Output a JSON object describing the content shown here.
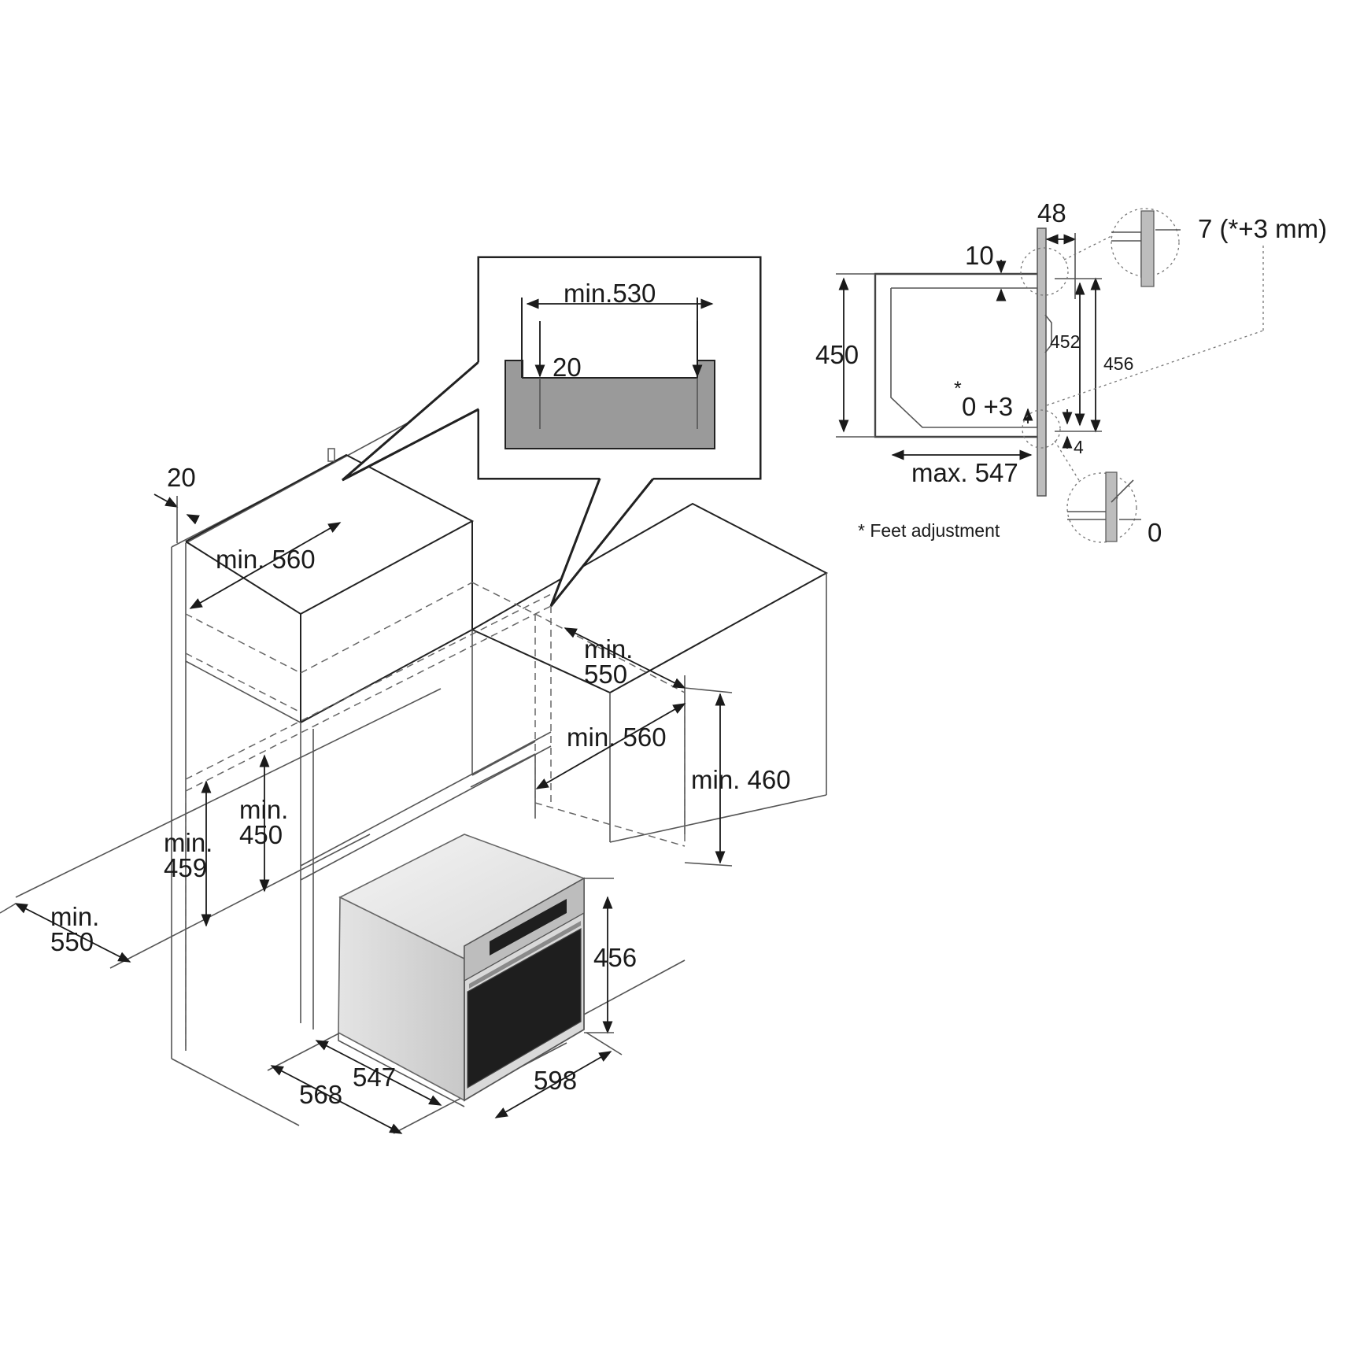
{
  "installation": {
    "top_width": "20",
    "upper_depth": "min. 560",
    "upper_depth_right_a": "min.",
    "upper_depth_right_b": "550",
    "lower_depth": "min. 560",
    "niche_height_right": "min. 460",
    "niche_height_a": "min.",
    "niche_height_b": "450",
    "niche_height_left_a": "min.",
    "niche_height_left_b": "459",
    "front_depth_a": "min.",
    "front_depth_b": "550"
  },
  "callout": {
    "width": "min.530",
    "offset": "20"
  },
  "oven": {
    "height": "456",
    "depth_body": "547",
    "depth_total": "568",
    "width": "598"
  },
  "side_view": {
    "panel_thickness": "48",
    "top_gap": "10",
    "detail_top": "7 (*+3 mm)",
    "height_left": "450",
    "inner_height": "452",
    "outer_height": "456",
    "feet": "0 +3",
    "feet_star": "*",
    "bottom_gap": "4",
    "max_depth": "max. 547",
    "detail_bottom": "0",
    "footnote": "* Feet adjustment"
  },
  "colors": {
    "shade": "#9a9a9a",
    "glass": "#1e1e1e",
    "steel_light": "#e9e9e9",
    "steel_mid": "#c4c4c4",
    "line": "#555555"
  }
}
